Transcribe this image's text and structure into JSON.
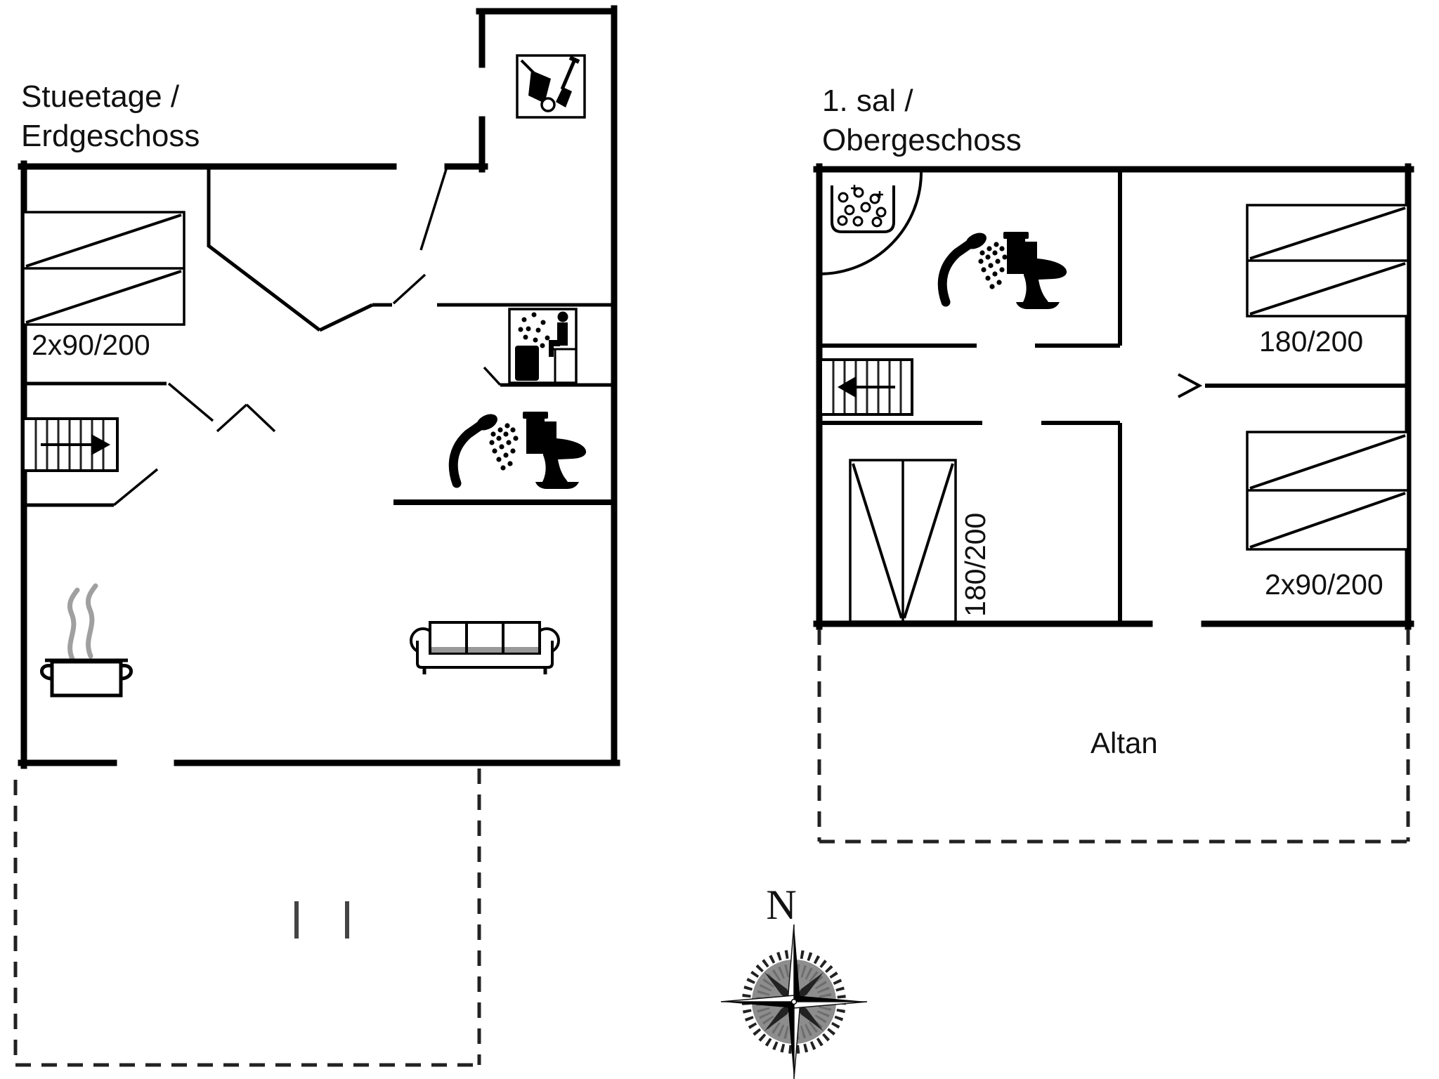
{
  "ground_floor": {
    "title": [
      "Stueetage /",
      "Erdgeschoss"
    ],
    "bed_label": "2x90/200"
  },
  "upper_floor": {
    "title": [
      "1. sal /",
      "Obergeschoss"
    ],
    "bed_top_right_label": "180/200",
    "bed_bottom_right_label": "2x90/200",
    "bed_left_label": "180/200",
    "balcony_label": "Altan"
  },
  "compass": {
    "north_label": "N"
  },
  "icons": {
    "garden_tools": "wheelbarrow-spade-icon",
    "sauna": "sauna-icon",
    "shower": "shower-icon",
    "toilet": "toilet-icon",
    "cooking_pot": "cooking-pot-icon",
    "sofa": "sofa-icon",
    "stairs": "stairs-icon",
    "whirlpool": "whirlpool-icon",
    "compass": "compass-rose-icon"
  },
  "colors": {
    "wall": "#000000",
    "text": "#111111",
    "steam": "#a0a0a0",
    "sofa_shade": "#999999",
    "compass_disc": "#8d8d8d"
  }
}
